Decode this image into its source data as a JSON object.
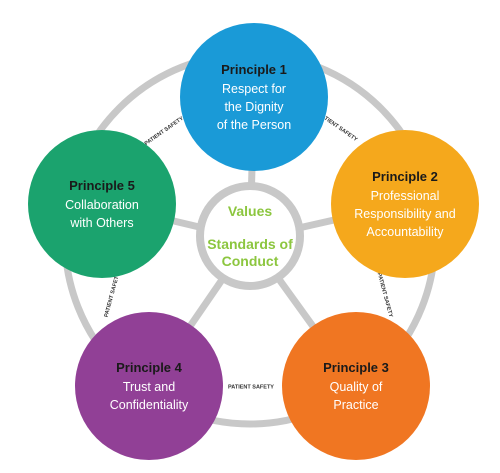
{
  "principles": [
    {
      "title": "Principle 1",
      "lines": [
        "Respect for",
        "the Dignity",
        "of the Person"
      ]
    },
    {
      "title": "Principle 2",
      "lines": [
        "Professional",
        "Responsibility and",
        "Accountability"
      ]
    },
    {
      "title": "Principle 3",
      "lines": [
        "Quality of",
        "Practice"
      ]
    },
    {
      "title": "Principle 4",
      "lines": [
        "Trust and",
        "Confidentiality"
      ]
    },
    {
      "title": "Principle 5",
      "lines": [
        "Collaboration",
        "with Others"
      ]
    }
  ],
  "center": {
    "values": "Values",
    "standards_line1": "Standards of",
    "standards_line2": "Conduct"
  },
  "ring_label": "PATIENT SAFETY",
  "colors": {
    "principle1": "#1a9ad7",
    "principle2": "#f5a81c",
    "principle3": "#f07622",
    "principle4": "#914096",
    "principle5": "#1ba36e",
    "center_text": "#8cc63f",
    "ring": "#c8c8c8"
  }
}
